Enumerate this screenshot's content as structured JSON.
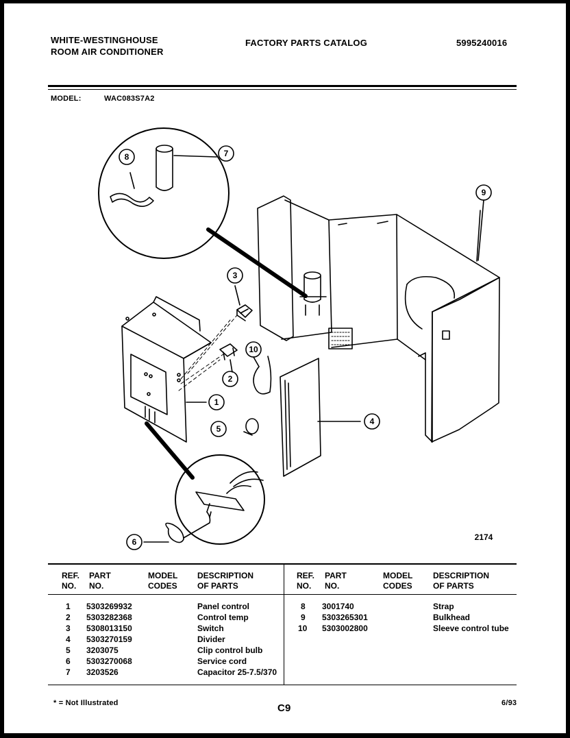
{
  "header": {
    "brand": "WHITE-WESTINGHOUSE",
    "product": "ROOM AIR CONDITIONER",
    "catalog": "FACTORY PARTS CATALOG",
    "catalog_number": "5995240016",
    "model_label": "MODEL:",
    "model_value": "WAC083S7A2"
  },
  "diagram": {
    "figure_number": "2174",
    "callouts": [
      "1",
      "2",
      "3",
      "4",
      "5",
      "6",
      "7",
      "8",
      "9",
      "10"
    ]
  },
  "table": {
    "headers": {
      "ref": [
        "REF.",
        "NO."
      ],
      "part": [
        "PART",
        "NO."
      ],
      "model": [
        "MODEL",
        "CODES"
      ],
      "desc": [
        "DESCRIPTION",
        "OF PARTS"
      ]
    },
    "left_rows": [
      {
        "ref": "1",
        "part": "5303269932",
        "code": "",
        "desc": "Panel control"
      },
      {
        "ref": "2",
        "part": "5303282368",
        "code": "",
        "desc": "Control temp"
      },
      {
        "ref": "3",
        "part": "5308013150",
        "code": "",
        "desc": "Switch"
      },
      {
        "ref": "4",
        "part": "5303270159",
        "code": "",
        "desc": "Divider"
      },
      {
        "ref": "5",
        "part": "3203075",
        "code": "",
        "desc": "Clip control bulb"
      },
      {
        "ref": "6",
        "part": "5303270068",
        "code": "",
        "desc": "Service cord"
      },
      {
        "ref": "7",
        "part": "3203526",
        "code": "",
        "desc": "Capacitor  25-7.5/370"
      }
    ],
    "right_rows": [
      {
        "ref": "8",
        "part": "3001740",
        "code": "",
        "desc": "Strap"
      },
      {
        "ref": "9",
        "part": "5303265301",
        "code": "",
        "desc": "Bulkhead"
      },
      {
        "ref": "10",
        "part": "5303002800",
        "code": "",
        "desc": "Sleeve control tube"
      }
    ]
  },
  "footer": {
    "note": "* = Not Illustrated",
    "page_code": "C9",
    "date": "6/93"
  }
}
